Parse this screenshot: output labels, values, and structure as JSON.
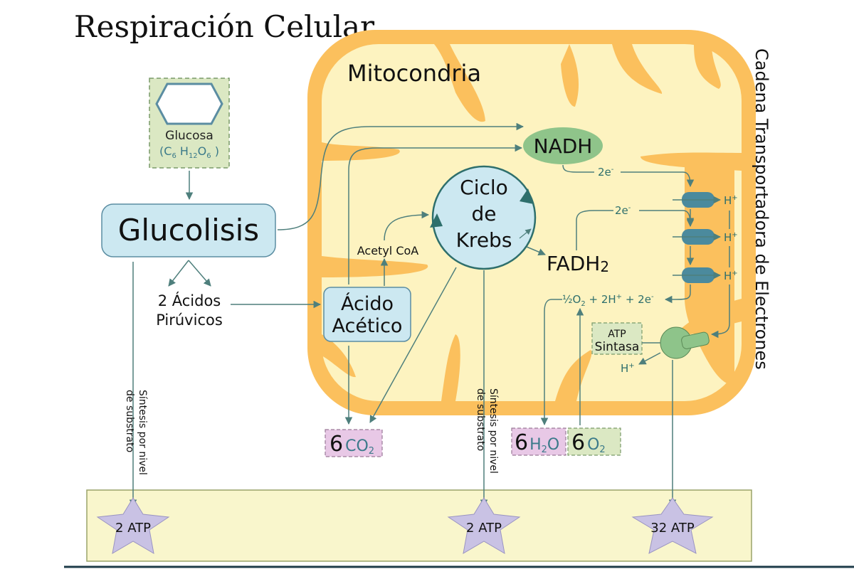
{
  "title": "Respiración Celular",
  "mitochondria_label": "Mitocondria",
  "etc_label": "Cadena Transportadora de Electrones",
  "glucose": {
    "label": "Glucosa",
    "formula": {
      "open": "(C",
      "sub1": "6",
      "h": " H",
      "sub2": "12",
      "o": "O",
      "sub3": "6",
      "close": " )"
    }
  },
  "glycolysis": "Glucolisis",
  "pyruvic": {
    "line1": "2 Ácidos",
    "line2": "Pirúvicos"
  },
  "acetic": {
    "line1": "Ácido",
    "line2": "Acético"
  },
  "acetyl_coa": "Acetyl CoA",
  "krebs": {
    "line1": "Ciclo",
    "line2": "de",
    "line3": "Krebs"
  },
  "nadh": "NADH",
  "fadh": {
    "main": "FADH",
    "sub": "2"
  },
  "electrons": {
    "e1": "2e",
    "e2": "2e",
    "minus": "-"
  },
  "protons": {
    "h": "H",
    "plus": "+"
  },
  "oxygen_reaction": {
    "p1": "½O",
    "s1": "2",
    "p2": " + 2H",
    "plus": "+",
    "p3": " + 2e",
    "minus": "-"
  },
  "atp_synthase": {
    "line1": "ATP",
    "line2": "Sintasa"
  },
  "products": {
    "co2": {
      "n": "6",
      "a": "CO",
      "s": "2"
    },
    "h2o": {
      "n": "6",
      "a": "H",
      "s": "2",
      "b": "O"
    },
    "o2": {
      "n": "6",
      "a": "O",
      "s": "2"
    }
  },
  "substrate_label": {
    "line1": "Síntesis por nivel",
    "line2": "de substrato"
  },
  "atp": {
    "glycolysis": "2 ATP",
    "krebs": "2 ATP",
    "etc": "32 ATP"
  },
  "colors": {
    "mito_outer": "#fbc05d",
    "mito_inner": "#fdf3c0",
    "blue_box": "#cce8f1",
    "blue_border": "#5b8da2",
    "green_box": "#dbe8c3",
    "nadh": "#8fc48a",
    "pink_box": "#e8c8e6",
    "bottom_band": "#f9f6cc",
    "star": "#c9c2e4",
    "arrow": "#4e7f7c",
    "protein": "#4b8a9d",
    "synthase": "#8ec48a"
  }
}
